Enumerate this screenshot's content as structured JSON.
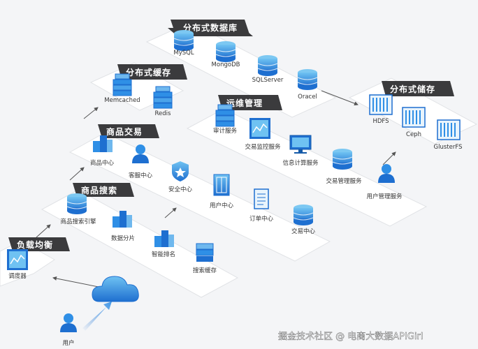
{
  "colors": {
    "accent": "#1e6fd0",
    "accent_light": "#6fb8ee",
    "banner": "#3b3b3d",
    "panel": "#ffffff"
  },
  "panels": {
    "db": "分布式数据库",
    "cache": "分布式缓存",
    "trade": "商品交易",
    "search": "商品搜索",
    "lb": "负载均衡",
    "ops": "运维管理",
    "storage": "分布式储存"
  },
  "nodes": {
    "mysql": "MySQL",
    "mongodb": "MongoDB",
    "sqlserver": "SQLServer",
    "oracel": "Oracel",
    "memcached": "Memcached",
    "redis": "Redis",
    "goods_center": "商品中心",
    "customer_service": "客服中心",
    "security_center": "安全中心",
    "user_center": "用户中心",
    "order_center": "订单中心",
    "trade_center": "交易中心",
    "search_engine": "商品搜索引擎",
    "data_shard": "数据分片",
    "smart_rank": "智能排名",
    "search_cache": "搜索缓存",
    "dispatcher": "调度器",
    "user": "用户",
    "audit_service": "审计服务",
    "trade_monitor": "交易监控服务",
    "info_compute": "信息计算服务",
    "trade_mgmt": "交易管理服务",
    "user_mgmt": "用户管理服务",
    "hdfs": "HDFS",
    "ceph": "Ceph",
    "glusterfs": "GlusterFS"
  },
  "watermark": "掘金技术社区 @ 电商大数据APIGirl",
  "icons": [
    "database-icon",
    "server-rack-icon",
    "user-icon",
    "shield-icon",
    "door-panel-icon",
    "document-icon",
    "monitor-icon",
    "chart-screen-icon",
    "cloud-icon",
    "storage-array-icon",
    "blocks-icon",
    "arrow-icon"
  ]
}
